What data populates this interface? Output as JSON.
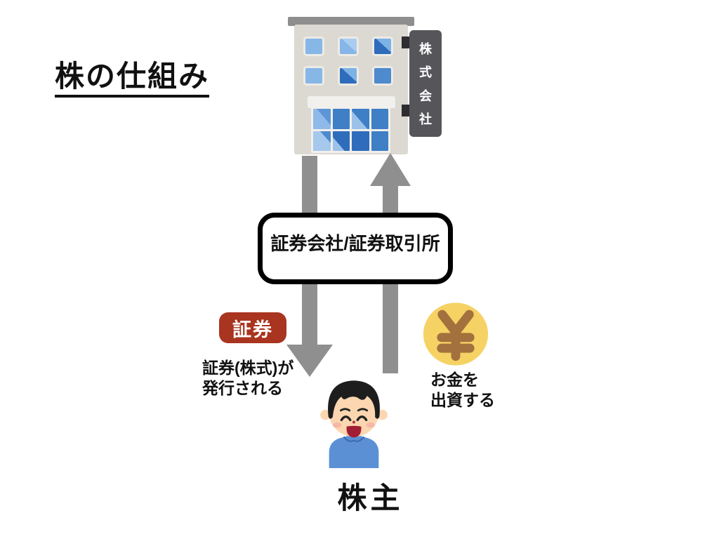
{
  "title": "株の仕組み",
  "company_sign": {
    "name": "株式会社",
    "chars": [
      "株",
      "式",
      "会",
      "社"
    ]
  },
  "exchange_box": {
    "label": "証券会社/証券取引所"
  },
  "down_flow": {
    "badge": "証券",
    "caption_line1": "証券(株式)が",
    "caption_line2": "発行される"
  },
  "up_flow": {
    "caption_line1": "お金を",
    "caption_line2": "出資する",
    "coin_symbol": "¥"
  },
  "shareholder": {
    "label": "株主"
  },
  "icons": {
    "yen_coin": "yen-coin-icon",
    "building": "company-building-icon",
    "person": "shareholder-person-icon"
  },
  "colors": {
    "arrow_gray": "#8f8f8f",
    "badge_red": "#a93420",
    "coin_fill": "#f5d263",
    "coin_symbol": "#a3713e",
    "box_border": "#000000",
    "sign_bg": "#56565a",
    "building_wall": "#dcd9d2",
    "roof_gray": "#8e8e8e",
    "window_blue": "#3e7fc6",
    "shirt_blue": "#5b90d5",
    "skin": "#fbd6b0",
    "text": "#111111"
  }
}
